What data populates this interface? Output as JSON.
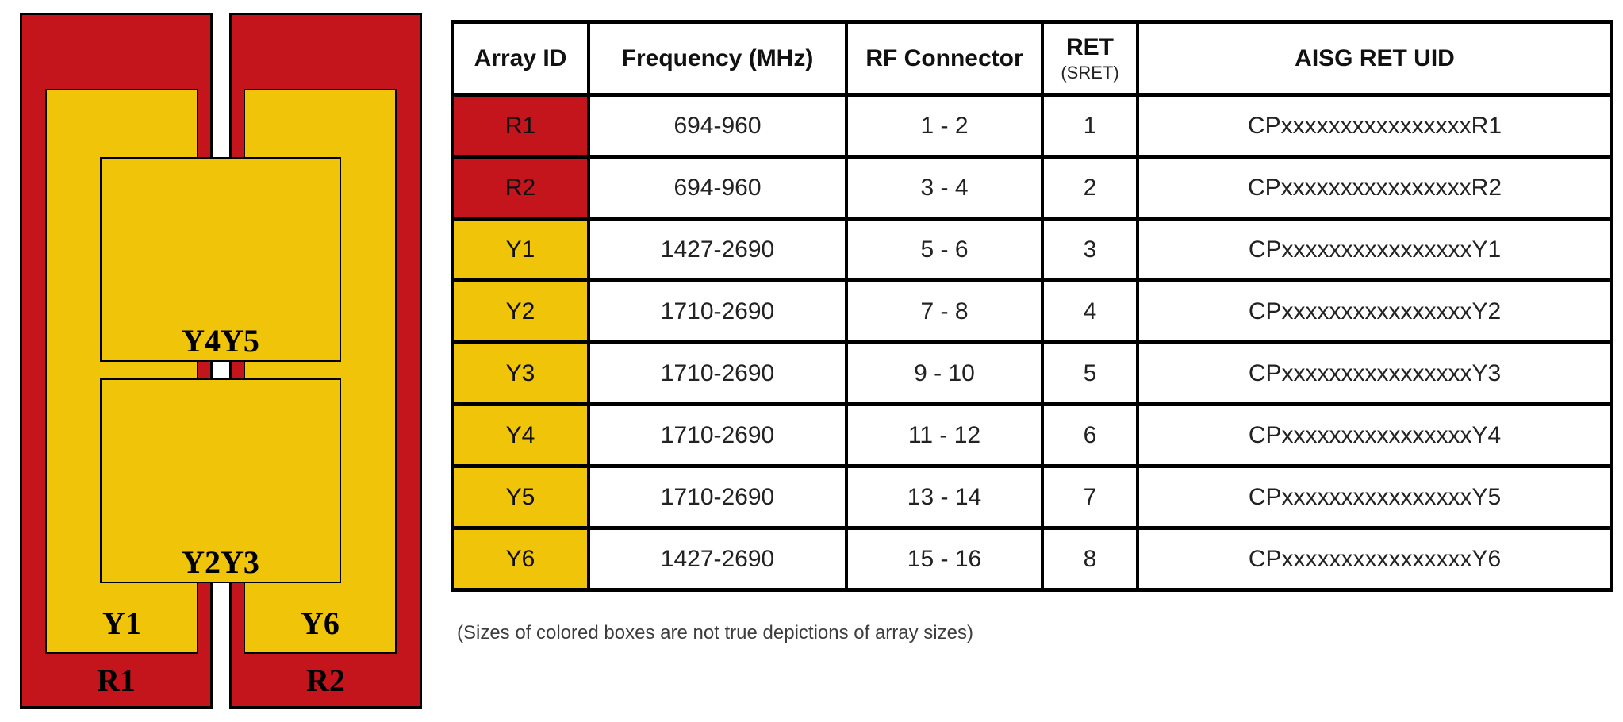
{
  "colors": {
    "red": "#c4151c",
    "yellow": "#f0c408",
    "border": "#000000"
  },
  "diagram": {
    "labels": {
      "r1": "R1",
      "r2": "R2",
      "y1": "Y1",
      "y6": "Y6",
      "y4y5": "Y4Y5",
      "y2y3": "Y2Y3"
    }
  },
  "table": {
    "headers": {
      "array_id": "Array ID",
      "frequency": "Frequency (MHz)",
      "rf_connector": "RF Connector",
      "ret": "RET",
      "ret_sub": "(SRET)",
      "aisg": "AISG RET UID"
    },
    "rows": [
      {
        "array_id": "R1",
        "id_bg": "#c4151c",
        "frequency": "694-960",
        "rf_connector": "1 - 2",
        "ret": "1",
        "aisg": "CPxxxxxxxxxxxxxxxxR1"
      },
      {
        "array_id": "R2",
        "id_bg": "#c4151c",
        "frequency": "694-960",
        "rf_connector": "3 - 4",
        "ret": "2",
        "aisg": "CPxxxxxxxxxxxxxxxxR2"
      },
      {
        "array_id": "Y1",
        "id_bg": "#f0c408",
        "frequency": "1427-2690",
        "rf_connector": "5 - 6",
        "ret": "3",
        "aisg": "CPxxxxxxxxxxxxxxxxY1"
      },
      {
        "array_id": "Y2",
        "id_bg": "#f0c408",
        "frequency": "1710-2690",
        "rf_connector": "7 - 8",
        "ret": "4",
        "aisg": "CPxxxxxxxxxxxxxxxxY2"
      },
      {
        "array_id": "Y3",
        "id_bg": "#f0c408",
        "frequency": "1710-2690",
        "rf_connector": "9 - 10",
        "ret": "5",
        "aisg": "CPxxxxxxxxxxxxxxxxY3"
      },
      {
        "array_id": "Y4",
        "id_bg": "#f0c408",
        "frequency": "1710-2690",
        "rf_connector": "11 - 12",
        "ret": "6",
        "aisg": "CPxxxxxxxxxxxxxxxxY4"
      },
      {
        "array_id": "Y5",
        "id_bg": "#f0c408",
        "frequency": "1710-2690",
        "rf_connector": "13 - 14",
        "ret": "7",
        "aisg": "CPxxxxxxxxxxxxxxxxY5"
      },
      {
        "array_id": "Y6",
        "id_bg": "#f0c408",
        "frequency": "1427-2690",
        "rf_connector": "15 - 16",
        "ret": "8",
        "aisg": "CPxxxxxxxxxxxxxxxxY6"
      }
    ]
  },
  "footnote": "(Sizes of colored boxes are not true depictions of array sizes)"
}
